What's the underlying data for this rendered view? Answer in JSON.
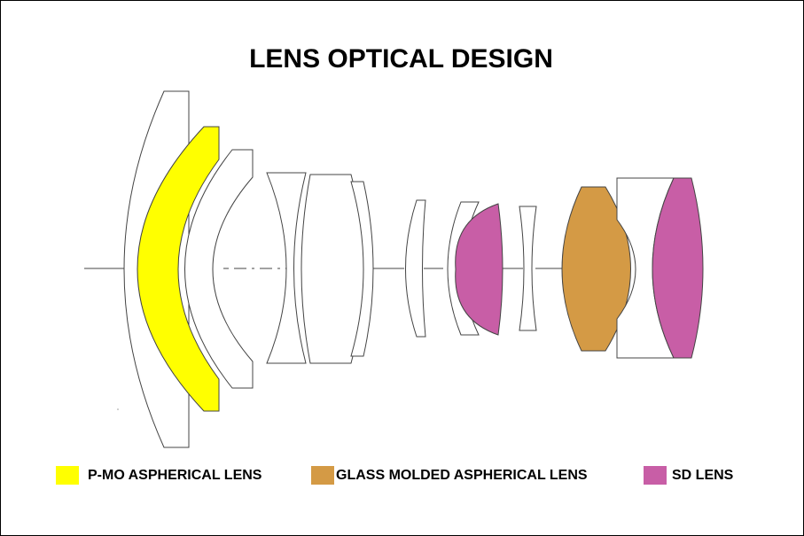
{
  "title": "LENS OPTICAL DESIGN",
  "colors": {
    "outline": "#444444",
    "pmo": "#ffff00",
    "glass_molded": "#d49a45",
    "sd": "#c85ea6",
    "clear": "#ffffff"
  },
  "legend": [
    {
      "label": "P-MO ASPHERICAL LENS",
      "color": "#ffff00"
    },
    {
      "label": "GLASS MOLDED ASPHERICAL LENS",
      "color": "#d49a45"
    },
    {
      "label": "SD LENS",
      "color": "#c85ea6"
    }
  ]
}
